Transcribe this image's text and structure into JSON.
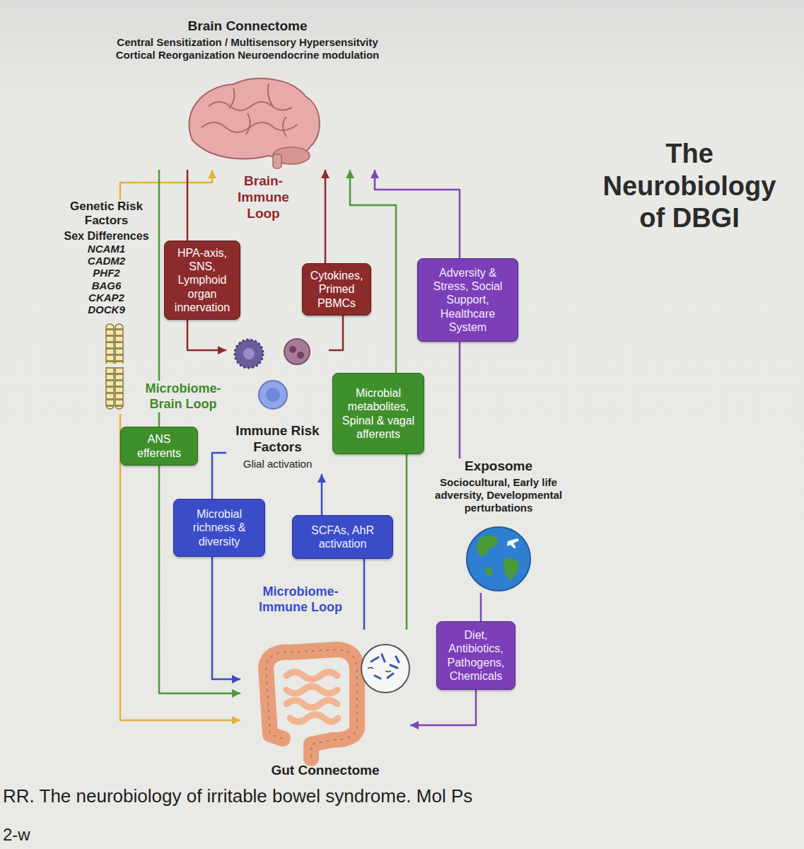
{
  "diagram": {
    "title": "The Neurobiology of DBGI",
    "caption": "RR. The neurobiology of irritable bowel syndrome. Mol Ps",
    "nodes": [
      {
        "text": [
          "Brain Connectome",
          "Central Sensitization / Multisensory Hypersensitvity Cortical Reorganization Neuroendocrine modulation"
        ]
      },
      {
        "text": [
          "Genetic Risk Factors",
          "Sex Differences",
          "NCAM1 CADM2 PHF2 BAG6 CKAP2 DOCK9"
        ]
      },
      {
        "text": [
          "HPA-axis, SNS, Lymphoid organ innervation"
        ]
      },
      {
        "text": [
          "Cytokines, Primed PBMCs"
        ]
      },
      {
        "text": [
          "Adversity & Stress, Social Support, Healthcare System"
        ]
      },
      {
        "text": [
          "Immune Risk Factors",
          "Glial activation"
        ]
      },
      {
        "text": [
          "Microbial metabolites, Spinal & vagal afferents"
        ]
      },
      {
        "text": [
          "ANS efferents"
        ]
      },
      {
        "text": [
          "Exposome",
          "Sociocultural, Early life adversity, Developmental perturbations"
        ]
      },
      {
        "text": [
          "Microbial richness & diversity"
        ]
      },
      {
        "text": [
          "SCFAs, AhR activation"
        ]
      },
      {
        "text": [
          "Diet, Antibiotics, Pathogens, Chemicals"
        ]
      },
      {
        "text": [
          "Gut Connectome"
        ]
      }
    ],
    "edges": [
      {
        "from": 1,
        "to": 0,
        "arrow": "to"
      },
      {
        "from": 1,
        "to": 12,
        "arrow": "to"
      },
      {
        "from": 0,
        "to": 2,
        "arrow": "none"
      },
      {
        "from": 2,
        "to": 5,
        "arrow": "to"
      },
      {
        "from": 5,
        "to": 3,
        "arrow": "none"
      },
      {
        "from": 3,
        "to": 0,
        "arrow": "to"
      },
      {
        "from": 0,
        "to": 7,
        "arrow": "none"
      },
      {
        "from": 7,
        "to": 12,
        "arrow": "to"
      },
      {
        "from": 12,
        "to": 6,
        "arrow": "none"
      },
      {
        "from": 6,
        "to": 0,
        "arrow": "to"
      },
      {
        "from": 8,
        "to": 4,
        "arrow": "none"
      },
      {
        "from": 4,
        "to": 0,
        "arrow": "to"
      },
      {
        "from": 8,
        "to": 11,
        "arrow": "none"
      },
      {
        "from": 11,
        "to": 12,
        "arrow": "to"
      },
      {
        "from": 5,
        "to": 9,
        "arrow": "none"
      },
      {
        "from": 9,
        "to": 12,
        "arrow": "to"
      },
      {
        "from": 12,
        "to": 10,
        "arrow": "none"
      },
      {
        "from": 10,
        "to": 5,
        "arrow": "to"
      }
    ],
    "labels": [
      "Brain-Immune Loop",
      "Microbiome-Brain Loop",
      "Microbiome-Immune Loop",
      "2-w"
    ]
  }
}
